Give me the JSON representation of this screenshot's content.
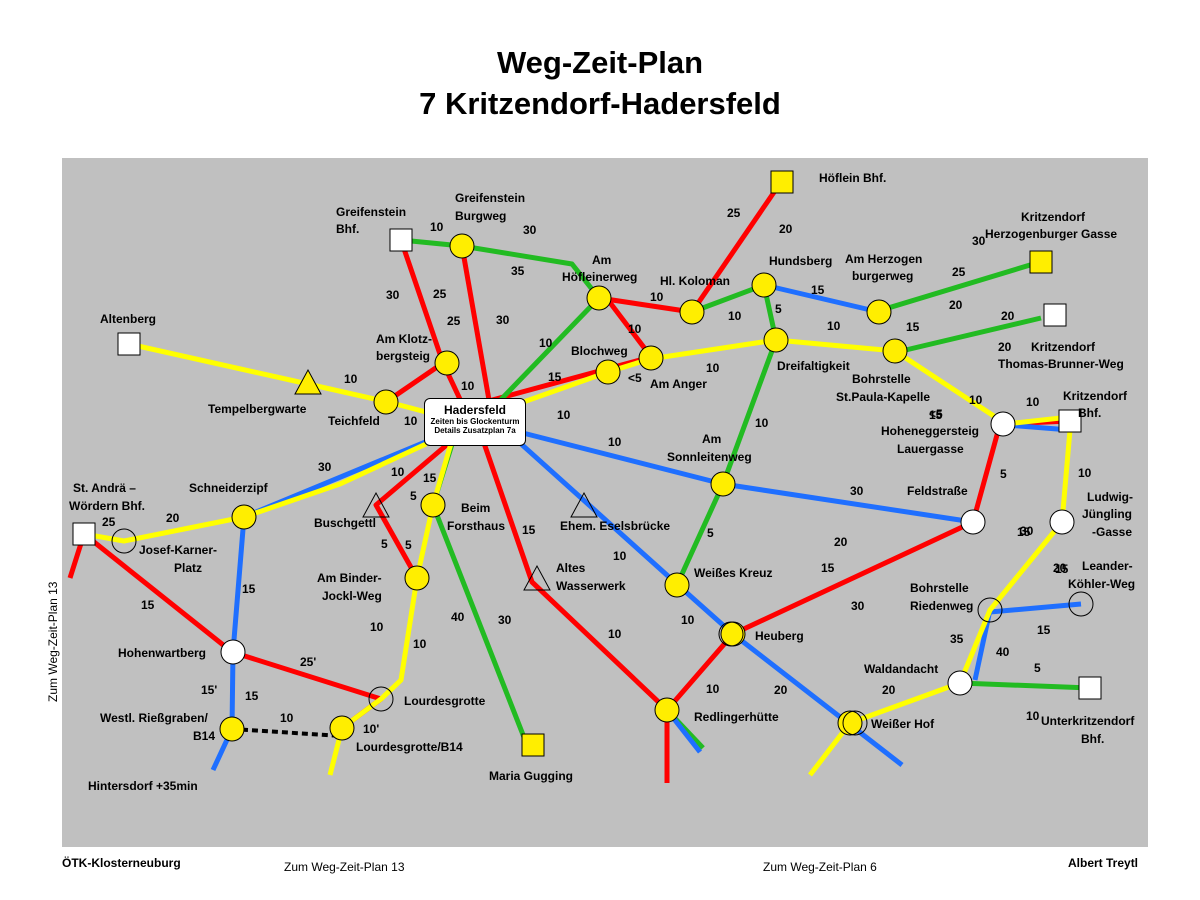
{
  "title": {
    "line1": "Weg-Zeit-Plan",
    "line2": "7 Kritzendorf-Hadersfeld"
  },
  "colors": {
    "background": "#c0c0c0",
    "red": "#ff0000",
    "green": "#22bb22",
    "blue": "#1f6fff",
    "yellow": "#ffff00",
    "node_fill": "#ffee00",
    "station": "#ffffff",
    "text": "#000000"
  },
  "footer": {
    "left": "ÖTK-Klosterneuburg",
    "right": "Albert Treytl",
    "link_left": "Zum Weg-Zeit-Plan  13",
    "link_right": "Zum Weg-Zeit-Plan  6",
    "side_link": "Zum Weg-Zeit-Plan  13"
  },
  "hub": {
    "name": "Hadersfeld",
    "note1": "Zeiten bis Glockenturm",
    "note2": "Details Zusatzplan 7a"
  },
  "places": [
    "Höflein Bhf.",
    "Greifenstein",
    "Bhf.",
    "Greifenstein",
    "Burgweg",
    "Am",
    "Höfleinerweg",
    "Hl. Koloman",
    "Hundsberg",
    "Am Herzogen",
    "burgerweg",
    "Kritzendorf",
    "Herzogenburger Gasse",
    "Altenberg",
    "Am Klotz-",
    "bergsteig",
    "Blochweg",
    "Am Anger",
    "Dreifaltigkeit",
    "Kritzendorf",
    "Thomas-Brunner-Weg",
    "Tempelbergwarte",
    "Teichfeld",
    "Bohrstelle",
    "St.Paula-Kapelle",
    "Kritzendorf",
    "Bhf.",
    "Hoheneggersteig",
    "Lauergasse",
    "Am",
    "Sonnleitenweg",
    "St. Andrä –",
    "Wördern Bhf.",
    "Schneiderzipf",
    "Beim",
    "Forsthaus",
    "Ehem. Eselsbrücke",
    "Feldstraße",
    "Ludwig-",
    "Jüngling",
    "-Gasse",
    "Josef-Karner-",
    "Platz",
    "Buschgettl",
    "Altes",
    "Wasserwerk",
    "Am Binder-",
    "Jockl-Weg",
    "Weißes Kreuz",
    "Leander-",
    "Köhler-Weg",
    "Bohrstelle",
    "Riedenweg",
    "Heuberg",
    "Hohenwartberg",
    "Waldandacht",
    "Lourdesgrotte",
    "Unterkritzendorf",
    "Bhf.",
    "Westl. Rießgraben/",
    "B14",
    "Redlingerhütte",
    "Weißer Hof",
    "Lourdesgrotte/B14",
    "Maria Gugging",
    "Hintersdorf +35min"
  ],
  "times": [
    "25",
    "20",
    "10",
    "30",
    "35",
    "30",
    "25",
    "25",
    "30",
    "10",
    "10",
    "10",
    "5",
    "15",
    "10",
    "25",
    "30",
    "20",
    "20",
    "10",
    "10",
    "10",
    "10",
    "15",
    "<5",
    "10",
    "30",
    "10",
    "15",
    "15",
    "10",
    "10",
    "10",
    "10",
    "<5",
    "10",
    "20",
    "15",
    "30",
    "20",
    "30",
    "5",
    "10",
    "30",
    "20",
    "15",
    "5",
    "5",
    "5",
    "10",
    "10",
    "15",
    "40",
    "30",
    "10",
    "35",
    "40",
    "20",
    "10",
    "20",
    "15",
    "15",
    "25'",
    "15",
    "15'",
    "10",
    "10'",
    "15",
    "5",
    "10",
    "15",
    "15",
    "25",
    "20",
    "10",
    "10",
    "5"
  ]
}
